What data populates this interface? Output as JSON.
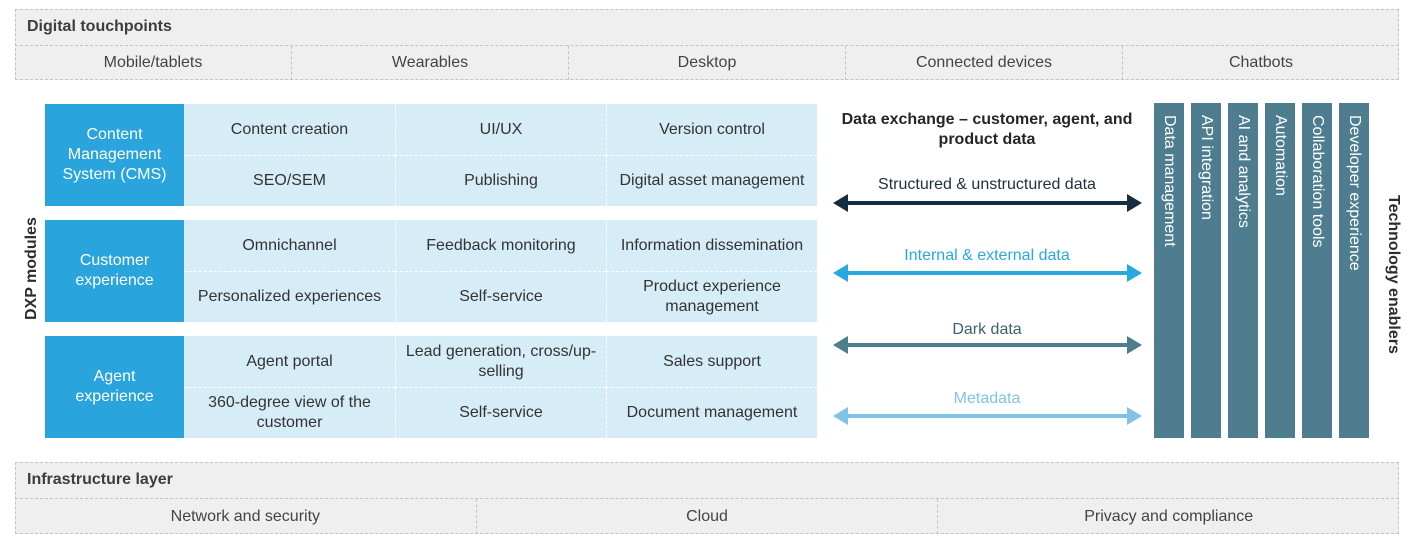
{
  "digital_touchpoints": {
    "title": "Digital touchpoints",
    "items": [
      "Mobile/tablets",
      "Wearables",
      "Desktop",
      "Connected devices",
      "Chatbots"
    ]
  },
  "dxp_label": "DXP modules",
  "modules": [
    {
      "name": "Content Management System (CMS)",
      "cells": [
        "Content creation",
        "UI/UX",
        "Version control",
        "SEO/SEM",
        "Publishing",
        "Digital asset management"
      ]
    },
    {
      "name": "Customer experience",
      "cells": [
        "Omnichannel",
        "Feedback monitoring",
        "Information dissemination",
        "Personalized experiences",
        "Self-service",
        "Product experience management"
      ]
    },
    {
      "name": "Agent experience",
      "cells": [
        "Agent portal",
        "Lead generation, cross/up-selling",
        "Sales support",
        "360-degree view of the customer",
        "Self-service",
        "Document management"
      ]
    }
  ],
  "data_exchange": {
    "title": "Data exchange – customer, agent, and product data",
    "flows": [
      {
        "label": "Structured & unstructured data",
        "color": "#152d3f"
      },
      {
        "label": "Internal & external data",
        "color": "#29a8e0"
      },
      {
        "label": "Dark data",
        "color": "#4e7d8e"
      },
      {
        "label": "Metadata",
        "color": "#7fc4e4"
      }
    ]
  },
  "technology_enablers": {
    "title": "Technology enablers",
    "items": [
      "Data management",
      "API integration",
      "AI and analytics",
      "Automation",
      "Collaboration tools",
      "Developer experience"
    ],
    "color": "#4d7d8f"
  },
  "infrastructure": {
    "title": "Infrastructure layer",
    "items": [
      "Network and security",
      "Cloud",
      "Privacy and compliance"
    ]
  }
}
